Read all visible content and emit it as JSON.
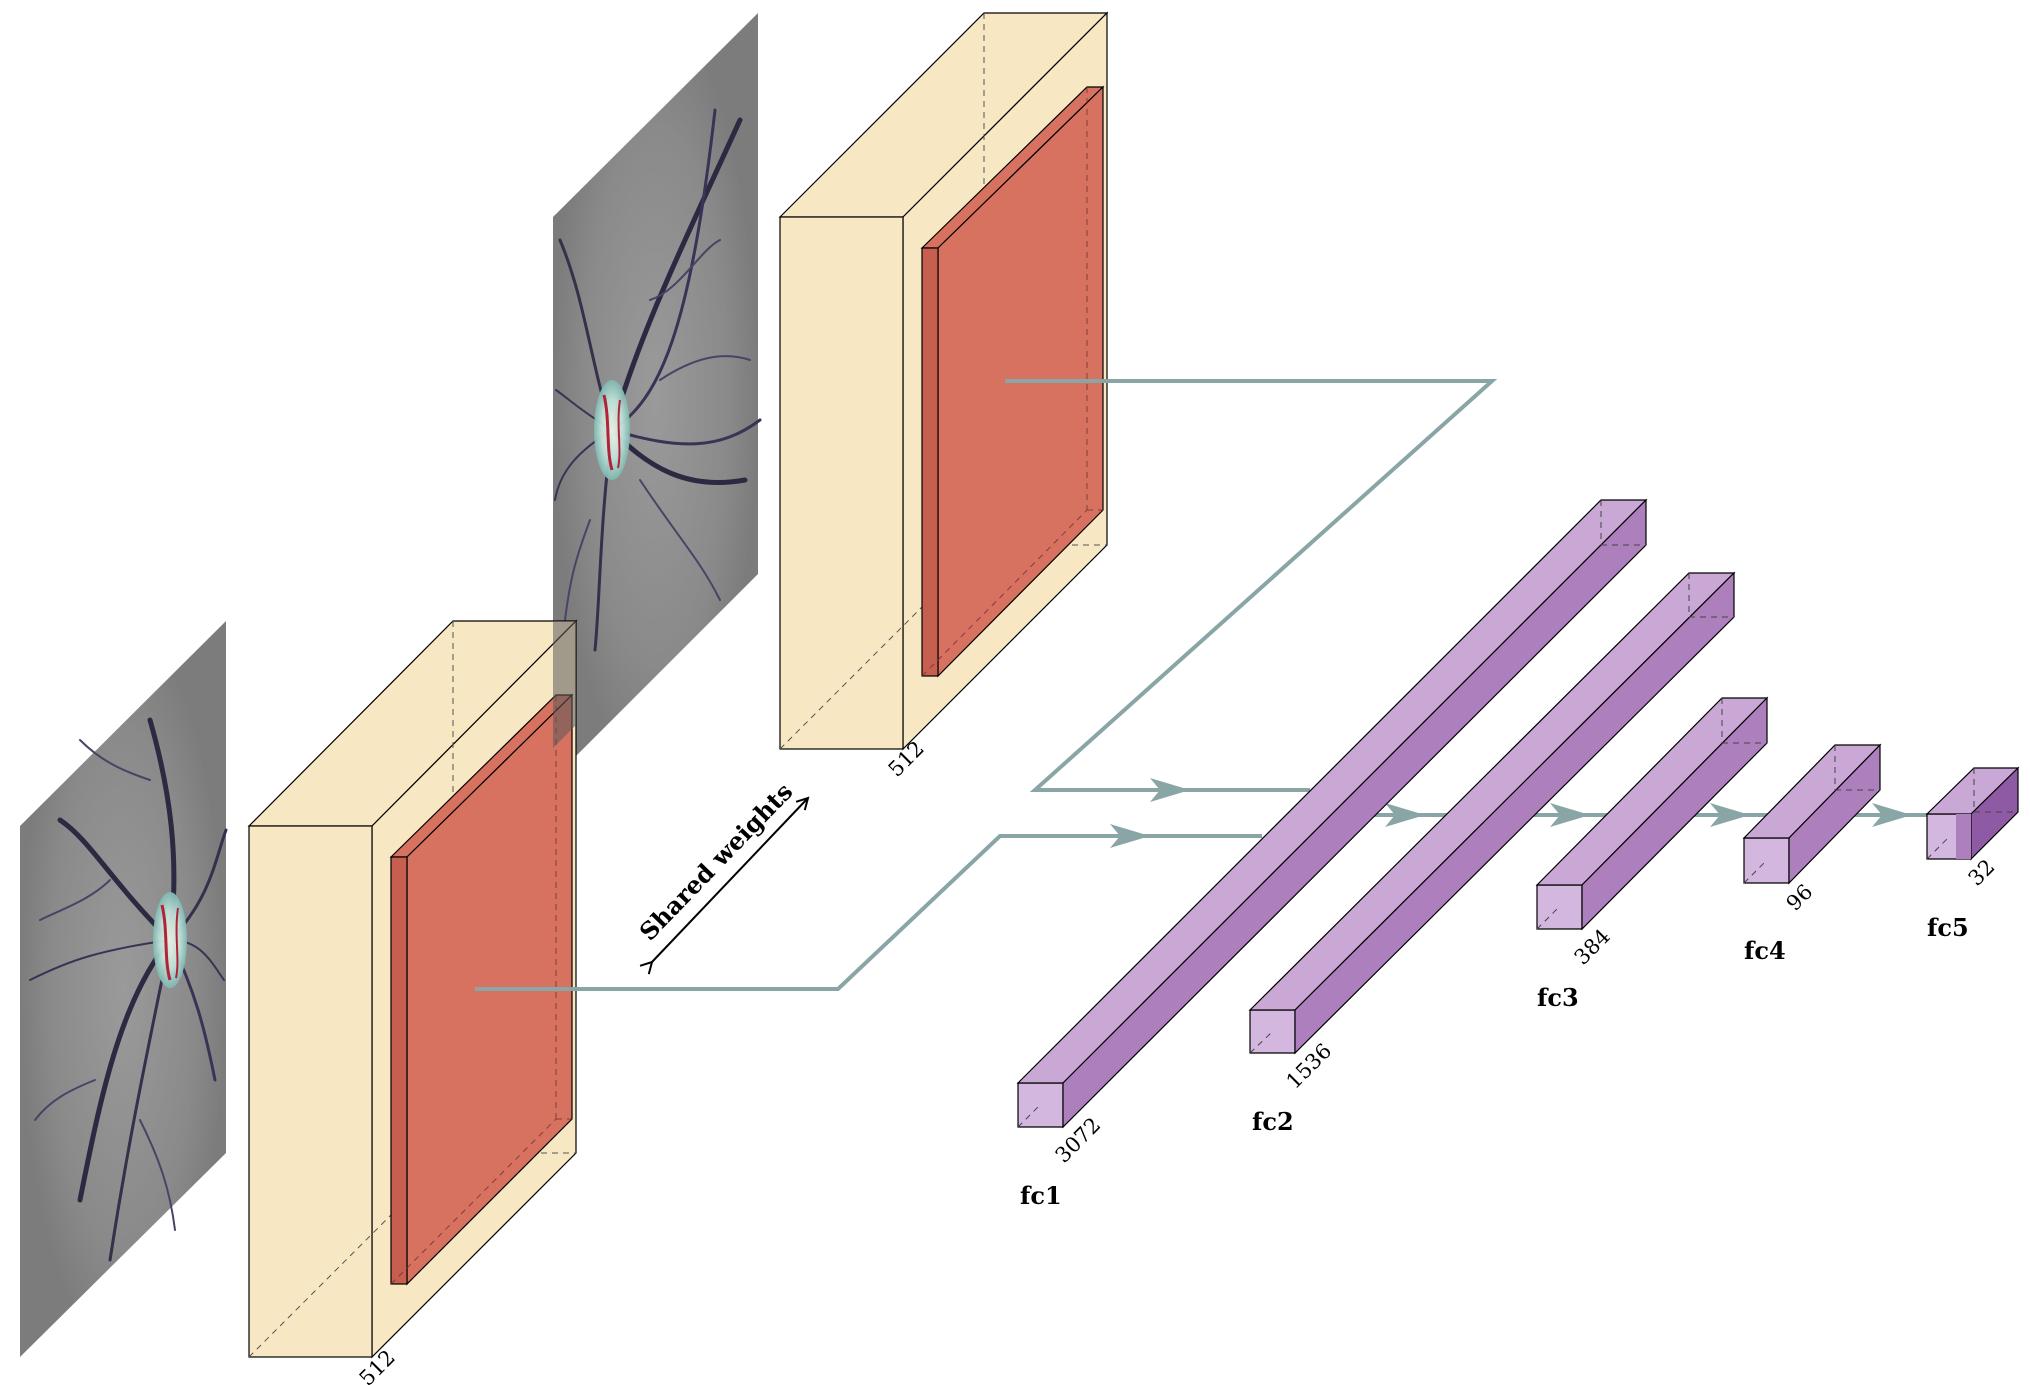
{
  "diagram": {
    "shared_weights_label": "Shared weights",
    "branches": [
      {
        "id": "branch-bottom",
        "size_label": "512"
      },
      {
        "id": "branch-top",
        "size_label": "512"
      }
    ],
    "fc_layers": [
      {
        "name": "fc1",
        "units": "3072"
      },
      {
        "name": "fc2",
        "units": "1536"
      },
      {
        "name": "fc3",
        "units": "384"
      },
      {
        "name": "fc4",
        "units": "96"
      },
      {
        "name": "fc5",
        "units": "32"
      }
    ],
    "colors": {
      "conv_block": "#f8e7c3",
      "feature_map": "#d77160",
      "fc_front": "#d3b7df",
      "fc_side": "#ad7fbc",
      "fc_top": "#c9a8d6",
      "fc5_side": "#8e5aa3",
      "connector": "#8aa5a5",
      "retina_bg": "#7d7d7d"
    }
  }
}
